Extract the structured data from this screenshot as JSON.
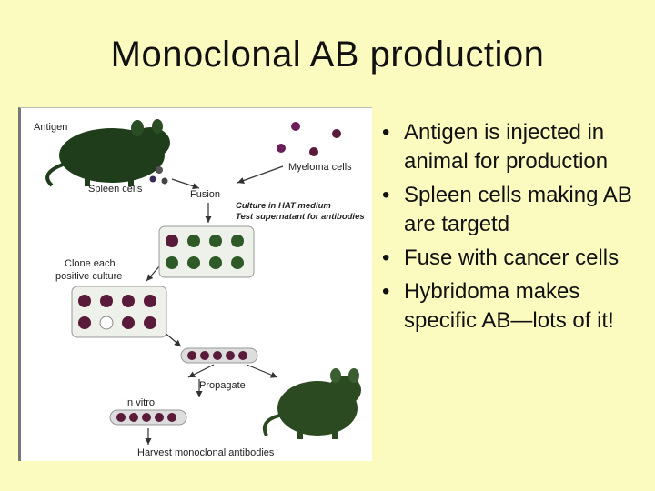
{
  "slide": {
    "title": "Monoclonal AB production"
  },
  "figure": {
    "labels": {
      "antigen": "Antigen",
      "myeloma": "Myeloma cells",
      "spleen": "Spleen cells",
      "fusion": "Fusion",
      "culture_line1": "Culture in HAT medium",
      "culture_line2": "Test supernatant for antibodies",
      "clone_line1": "Clone each",
      "clone_line2": "positive culture",
      "propagate": "Propagate",
      "in_vitro": "In vitro",
      "harvest": "Harvest monoclonal antibodies"
    }
  },
  "bullets": [
    {
      "marker": "•",
      "text": "Antigen is injected in animal for production"
    },
    {
      "marker": "•",
      "text": "Spleen cells making AB are targetd"
    },
    {
      "marker": "•",
      "text": "Fuse with cancer cells"
    },
    {
      "marker": "•",
      "text": "Hybridoma makes specific AB—lots of it!"
    }
  ],
  "colors": {
    "background": "#fbfbc0",
    "mouse": "#1f3d1a",
    "cell_purple": "#5a1a3a",
    "cell_green": "#2d5a26"
  }
}
